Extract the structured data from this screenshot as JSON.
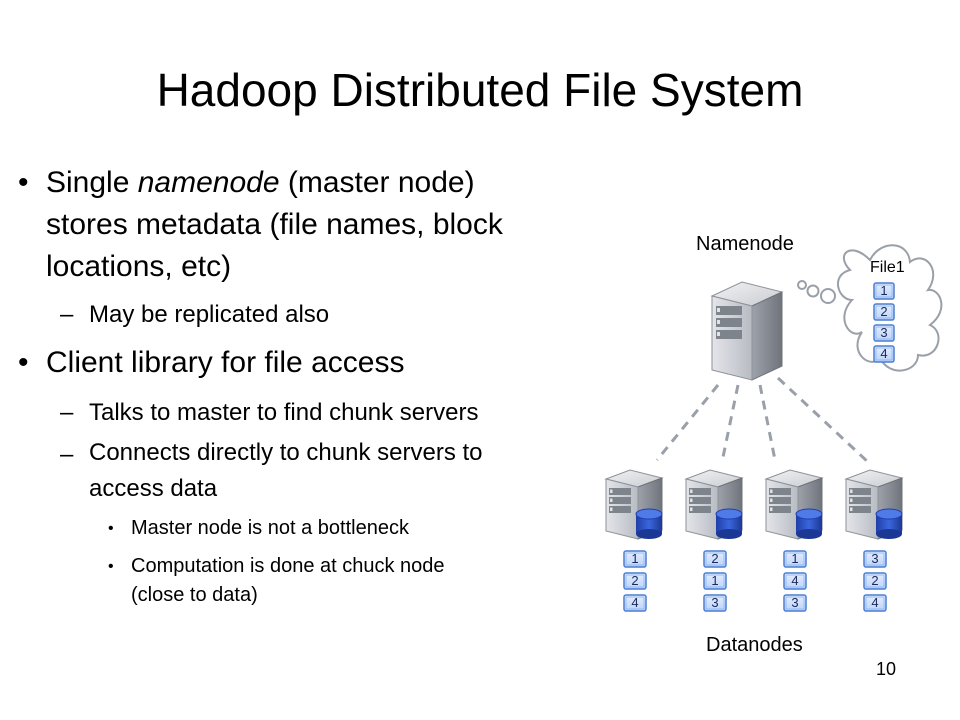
{
  "slide": {
    "title": "Hadoop Distributed File System",
    "page_number": "10"
  },
  "bullets": {
    "b1": {
      "pre": "Single ",
      "emph": "namenode",
      "post": " (master node)",
      "line2": "stores metadata (file names, block",
      "line3": "locations, etc)"
    },
    "b1_sub1": "May be replicated also",
    "b2": "Client library for file access",
    "b2_sub1": "Talks to master to find chunk servers",
    "b2_sub2_line1": "Connects directly to chunk servers to",
    "b2_sub2_line2": "access data",
    "b2_sub2_sub1": "Master node is not a bottleneck",
    "b2_sub2_sub2_line1": "Computation is done at chuck node",
    "b2_sub2_sub2_line2": "(close to data)",
    "marker_l1": "•",
    "marker_l2": "–",
    "marker_l3": "•"
  },
  "diagram": {
    "namenode_label": "Namenode",
    "datanodes_label": "Datanodes",
    "file_label": "File1",
    "file_blocks": [
      "1",
      "2",
      "3",
      "4"
    ],
    "datanode_blocks": [
      [
        "1",
        "2",
        "4"
      ],
      [
        "2",
        "1",
        "3"
      ],
      [
        "1",
        "4",
        "3"
      ],
      [
        "3",
        "2",
        "4"
      ]
    ],
    "colors": {
      "block_fill": "#cfe1ff",
      "block_stroke": "#4a7fd1",
      "cylinder": "#2d55c8",
      "server_body": "#c9ccd2",
      "server_shadow": "#8f949c",
      "dash": "#9aa0a8"
    }
  }
}
